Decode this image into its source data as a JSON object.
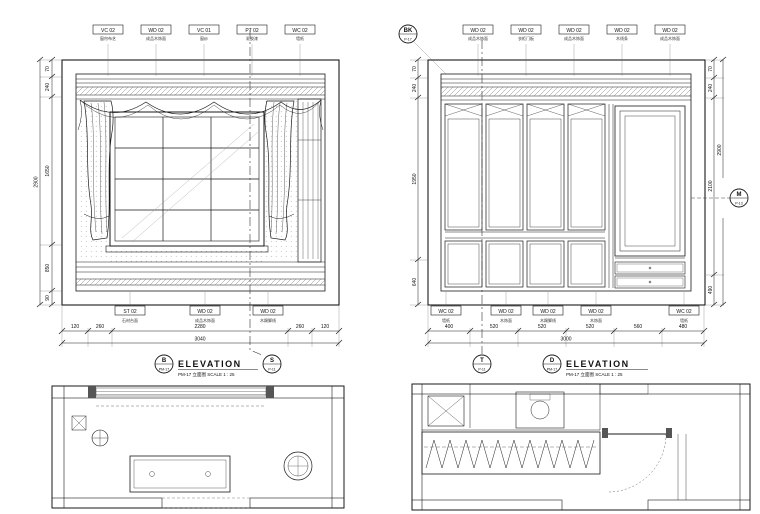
{
  "colors": {
    "ink": "#1a1a1a",
    "wall_poche": "#c7c7c7",
    "paper": "#ffffff"
  },
  "left": {
    "top_tags": [
      {
        "code": "VC 02",
        "desc": "窗帘布艺"
      },
      {
        "code": "WD 02",
        "desc": "成品木饰面"
      },
      {
        "code": "VC 01",
        "desc": "窗纱"
      },
      {
        "code": "PT 02",
        "desc": "乳胶漆"
      },
      {
        "code": "WC 02",
        "desc": "墙纸"
      }
    ],
    "bottom_tags": [
      {
        "code": "ST 02",
        "desc": "石材台面"
      },
      {
        "code": "WD 02",
        "desc": "成品木饰面"
      },
      {
        "code": "WD 02",
        "desc": "木踢脚线"
      }
    ],
    "side_dims": [
      "70",
      "240",
      "1650",
      "850",
      "90"
    ],
    "side_total": "2900",
    "bottom_dims": [
      "120",
      "260",
      "2280",
      "260",
      "120"
    ],
    "bottom_total": "3040",
    "title": {
      "bubble_top": "B",
      "bubble_bottom": "PM-17",
      "label": "ELEVATION",
      "sub": "PM-17 立面图  SCALE 1 : 25"
    },
    "section_bubble": {
      "top": "S",
      "bottom": "P-11"
    }
  },
  "right": {
    "ref_bubble": {
      "top": "BK",
      "bottom": "P-17"
    },
    "mirror_bubble": {
      "top": "M",
      "bottom": "P-13"
    },
    "top_tags": [
      {
        "code": "WD 02",
        "desc": "成品木饰面"
      },
      {
        "code": "WD 02",
        "desc": "衣柜门板"
      },
      {
        "code": "WD 02",
        "desc": "成品木饰面"
      },
      {
        "code": "WD 02",
        "desc": "木线条"
      },
      {
        "code": "WD 02",
        "desc": "成品木饰面"
      }
    ],
    "bottom_tags": [
      {
        "code": "WC 02",
        "desc": "墙纸"
      },
      {
        "code": "WD 02",
        "desc": "木饰面"
      },
      {
        "code": "WD 02",
        "desc": "木踢脚线"
      },
      {
        "code": "WD 02",
        "desc": "木饰面"
      },
      {
        "code": "WC 02",
        "desc": "墙纸"
      }
    ],
    "left_dims": [
      "70",
      "240",
      "1950",
      "640"
    ],
    "right_dims": [
      "70",
      "240",
      "2100",
      "490"
    ],
    "right_total": "2900",
    "bottom_dims": [
      "400",
      "520",
      "520",
      "520",
      "560",
      "480"
    ],
    "bottom_total": "3000",
    "title": {
      "bubble1_top": "T",
      "bubble1_bottom": "P-11",
      "bubble2_top": "D",
      "bubble2_bottom": "PM-17",
      "label": "ELEVATION",
      "sub": "PM-17 立面图  SCALE 1 : 25"
    }
  }
}
